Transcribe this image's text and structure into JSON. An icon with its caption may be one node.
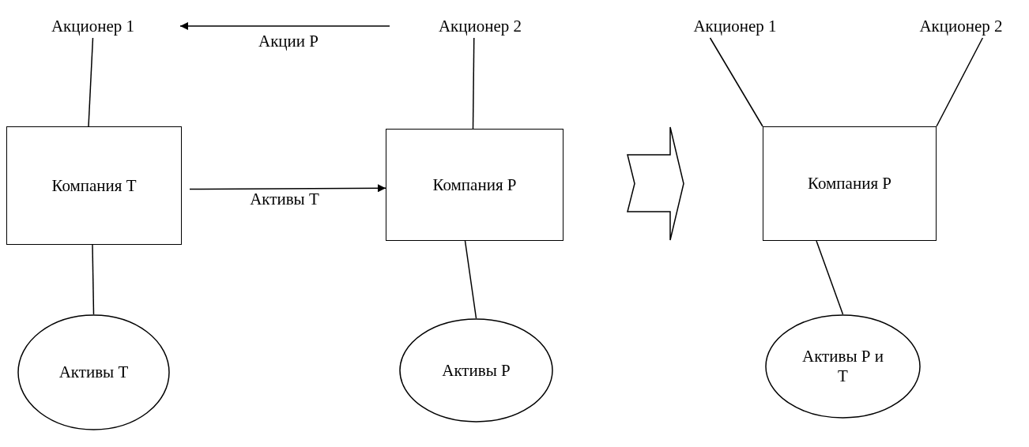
{
  "diagram": {
    "nodes": [
      {
        "text": [
          "Акционер 1"
        ]
      },
      {
        "text": [
          "Акционер 2"
        ]
      },
      {
        "text": [
          "Компания Т"
        ]
      },
      {
        "text": [
          "Компания Р"
        ]
      },
      {
        "text": [
          "Активы Т"
        ]
      },
      {
        "text": [
          "Активы Р"
        ]
      },
      {
        "text": [],
        "shape": "arrow"
      },
      {
        "text": [
          "Акционер 1"
        ]
      },
      {
        "text": [
          "Акционер 2"
        ]
      },
      {
        "text": [
          "Компания Р"
        ]
      },
      {
        "text": [
          "Активы Р и Т"
        ]
      }
    ],
    "edges": [
      {
        "from": 0,
        "to": 2,
        "arrow": "none"
      },
      {
        "from": 1,
        "to": 0,
        "arrow": "to",
        "label": "Акции Р"
      },
      {
        "from": 1,
        "to": 3,
        "arrow": "none"
      },
      {
        "from": 2,
        "to": 3,
        "arrow": "to",
        "label": "Активы Т"
      },
      {
        "from": 2,
        "to": 4,
        "arrow": "none"
      },
      {
        "from": 3,
        "to": 5,
        "arrow": "none"
      },
      {
        "from": 7,
        "to": 9,
        "arrow": "none"
      },
      {
        "from": 8,
        "to": 9,
        "arrow": "none"
      },
      {
        "from": 9,
        "to": 10,
        "arrow": "none"
      }
    ]
  }
}
